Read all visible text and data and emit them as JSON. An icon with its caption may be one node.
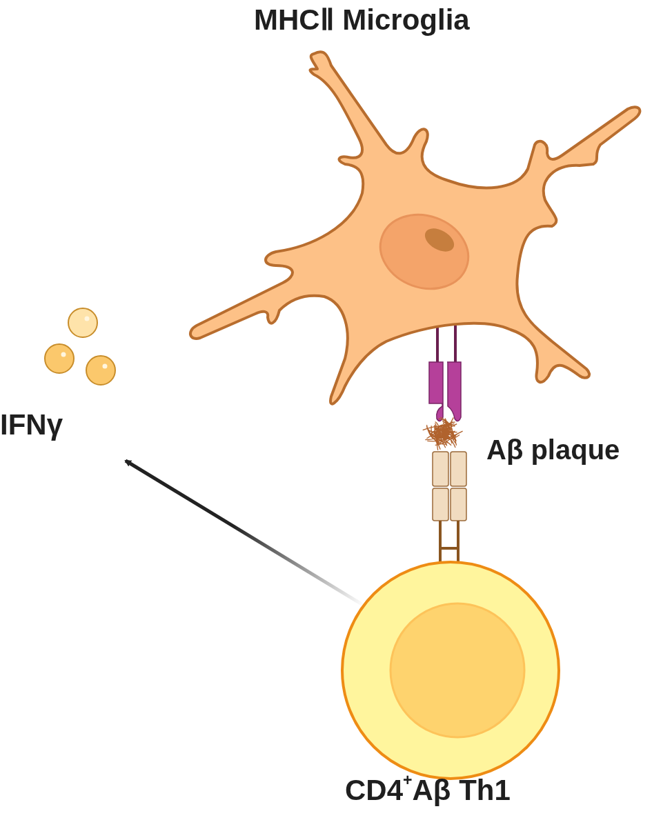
{
  "diagram": {
    "nodes": [
      {
        "text": [
          "MHCⅡ Microglia"
        ]
      },
      {
        "text": [
          "CD4$^{+}$Aβ Th1"
        ]
      },
      {
        "text": [
          "IFNγ"
        ]
      }
    ],
    "edges": [
      {
        "from": 1,
        "to": 2,
        "arrow": "to"
      }
    ],
    "labels": [
      "Aβ plaque"
    ]
  }
}
